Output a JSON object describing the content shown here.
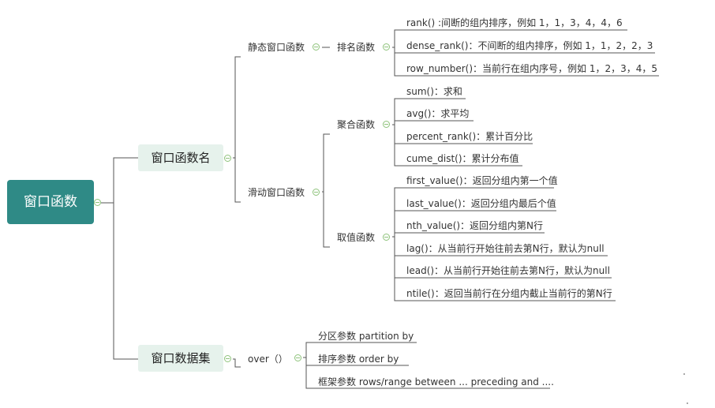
{
  "root": {
    "label": "窗口函数"
  },
  "functions": {
    "label": "窗口函数名",
    "static": {
      "label": "静态窗口函数",
      "ranking": {
        "label": "排名函数",
        "items": [
          "rank() :间断的组内排序，例如 1，1，3，4，4，6",
          "dense_rank()：不间断的组内排序，例如 1，1，2，2，3",
          "row_number()：当前行在组内序号，例如 1，2，3，4，5"
        ]
      }
    },
    "sliding": {
      "label": "滑动窗口函数",
      "aggregate": {
        "label": "聚合函数",
        "items": [
          "sum()：求和",
          "avg()：求平均",
          "percent_rank()：累计百分比",
          "cume_dist()：累计分布值"
        ]
      },
      "value": {
        "label": "取值函数",
        "items": [
          "first_value()：返回分组内第一个值",
          "last_value()：返回分组内最后个值",
          "nth_value()：返回分组内第N行",
          "lag()：从当前行开始往前去第N行，默认为null",
          "lead()：从当前行开始往前去第N行，默认为null",
          "ntile()：返回当前行在分组内截止当前行的第N行"
        ]
      }
    }
  },
  "dataset": {
    "label": "窗口数据集",
    "over": {
      "label": "over（）",
      "items": [
        "分区参数 partition by",
        "排序参数  order by",
        "框架参数 rows/range between ... preceding  and ...."
      ]
    }
  }
}
